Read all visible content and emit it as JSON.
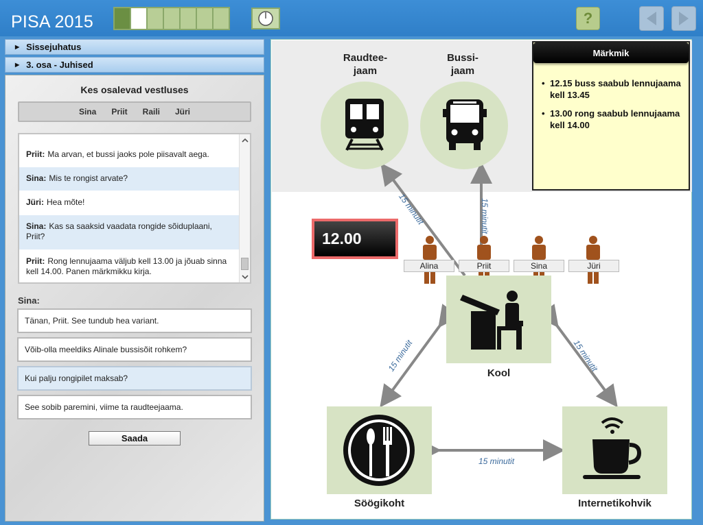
{
  "header": {
    "title": "PISA 2015",
    "progress_segments": [
      "done",
      "current",
      "todo",
      "todo",
      "todo",
      "todo",
      "todo"
    ],
    "help_label": "?",
    "icons": {
      "timer": "timer-icon",
      "help": "help-icon",
      "back": "back-arrow-icon",
      "forward": "forward-arrow-icon"
    }
  },
  "sidebar": {
    "sections": [
      {
        "label": "Sissejuhatus"
      },
      {
        "label": "3. osa - Juhised"
      }
    ]
  },
  "chat": {
    "title": "Kes osalevad vestluses",
    "participants": [
      "Sina",
      "Priit",
      "Raili",
      "Jüri"
    ],
    "messages": [
      {
        "speaker": "Priit:",
        "text": "Ma arvan, et bussi jaoks pole piisavalt aega.",
        "highlight": false
      },
      {
        "speaker": "Sina:",
        "text": "Mis te rongist arvate?",
        "highlight": true
      },
      {
        "speaker": "Jüri:",
        "text": "Hea mõte!",
        "highlight": false
      },
      {
        "speaker": "Sina:",
        "text": "Kas sa saaksid vaadata rongide sõiduplaani, Priit?",
        "highlight": true
      },
      {
        "speaker": "Priit:",
        "text": "Rong lennujaama väljub kell 13.00 ja jõuab sinna kell 14.00. Panen märkmikku kirja.",
        "highlight": false
      }
    ],
    "reply_label": "Sina:",
    "options": [
      {
        "text": "Tänan, Priit. See tundub hea variant.",
        "selected": false
      },
      {
        "text": "Võib-olla meeldiks Alinale bussisõit rohkem?",
        "selected": false
      },
      {
        "text": "Kui palju rongipilet maksab?",
        "selected": true
      },
      {
        "text": "See sobib paremini, viime ta raudteejaama.",
        "selected": false
      }
    ],
    "send_label": "Saada"
  },
  "map": {
    "stations": {
      "train": {
        "label_line1": "Raudtee-",
        "label_line2": "jaam",
        "icon": "train-icon"
      },
      "bus": {
        "label_line1": "Bussi-",
        "label_line2": "jaam",
        "icon": "bus-icon"
      }
    },
    "clock_time": "12.00",
    "people": [
      "Alina",
      "Priit",
      "Sina",
      "Jüri"
    ],
    "nodes": {
      "school": {
        "label": "Kool",
        "icon": "student-desk-icon"
      },
      "restaurant": {
        "label": "Söögikoht",
        "icon": "cutlery-icon"
      },
      "cafe": {
        "label": "Internetikohvik",
        "icon": "wifi-coffee-icon"
      }
    },
    "edge_label": "15 minutit",
    "colors": {
      "node_fill": "#d7e3c4",
      "person": "#a0521d",
      "clock_border": "#ec6a6a",
      "edge": "#888888",
      "edge_text": "#3b6a9c"
    }
  },
  "notepad": {
    "title": "Märkmik",
    "notes": [
      "12.15 buss saabub lennujaama kell 13.45",
      "13.00 rong saabub lennujaama kell 14.00"
    ]
  }
}
